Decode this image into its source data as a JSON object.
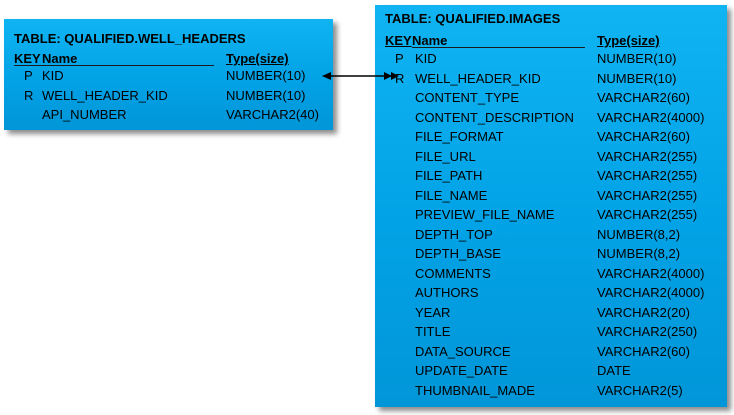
{
  "tables": [
    {
      "title": "TABLE:  QUALIFIED.WELL_HEADERS",
      "headers": {
        "key": "KEY",
        "name": "Name",
        "type": "Type(size)"
      },
      "rows": [
        {
          "key": "P",
          "name": "KID",
          "type": "NUMBER(10)"
        },
        {
          "key": "R",
          "name": "WELL_HEADER_KID",
          "type": "NUMBER(10)"
        },
        {
          "key": "",
          "name": "API_NUMBER",
          "type": "VARCHAR2(40)"
        }
      ]
    },
    {
      "title": "TABLE: QUALIFIED.IMAGES",
      "headers": {
        "key": "KEY",
        "name": "Name",
        "type": "Type(size)"
      },
      "rows": [
        {
          "key": "P",
          "name": "KID",
          "type": "NUMBER(10)"
        },
        {
          "key": "R",
          "name": "WELL_HEADER_KID",
          "type": "NUMBER(10)"
        },
        {
          "key": "",
          "name": "CONTENT_TYPE",
          "type": "VARCHAR2(60)"
        },
        {
          "key": "",
          "name": "CONTENT_DESCRIPTION",
          "type": "VARCHAR2(4000)"
        },
        {
          "key": "",
          "name": "FILE_FORMAT",
          "type": "VARCHAR2(60)"
        },
        {
          "key": "",
          "name": "FILE_URL",
          "type": "VARCHAR2(255)"
        },
        {
          "key": "",
          "name": "FILE_PATH",
          "type": "VARCHAR2(255)"
        },
        {
          "key": "",
          "name": "FILE_NAME",
          "type": "VARCHAR2(255)"
        },
        {
          "key": "",
          "name": "PREVIEW_FILE_NAME",
          "type": "VARCHAR2(255)"
        },
        {
          "key": "",
          "name": "DEPTH_TOP",
          "type": "NUMBER(8,2)"
        },
        {
          "key": "",
          "name": "DEPTH_BASE",
          "type": "NUMBER(8,2)"
        },
        {
          "key": "",
          "name": "COMMENTS",
          "type": "VARCHAR2(4000)"
        },
        {
          "key": "",
          "name": "AUTHORS",
          "type": "VARCHAR2(4000)"
        },
        {
          "key": "",
          "name": "YEAR",
          "type": "VARCHAR2(20)"
        },
        {
          "key": "",
          "name": "TITLE",
          "type": "VARCHAR2(250)"
        },
        {
          "key": "",
          "name": "DATA_SOURCE",
          "type": "VARCHAR2(60)"
        },
        {
          "key": "",
          "name": "UPDATE_DATE",
          "type": "DATE"
        },
        {
          "key": "",
          "name": "THUMBNAIL_MADE",
          "type": "VARCHAR2(5)"
        }
      ]
    }
  ],
  "relationship": {
    "from": "QUALIFIED.WELL_HEADERS.KID",
    "to": "QUALIFIED.IMAGES.WELL_HEADER_KID",
    "style": "double-arrow"
  },
  "colors": {
    "table_fill": "#03a3e8",
    "text": "#000000",
    "background": "#ffffff"
  }
}
